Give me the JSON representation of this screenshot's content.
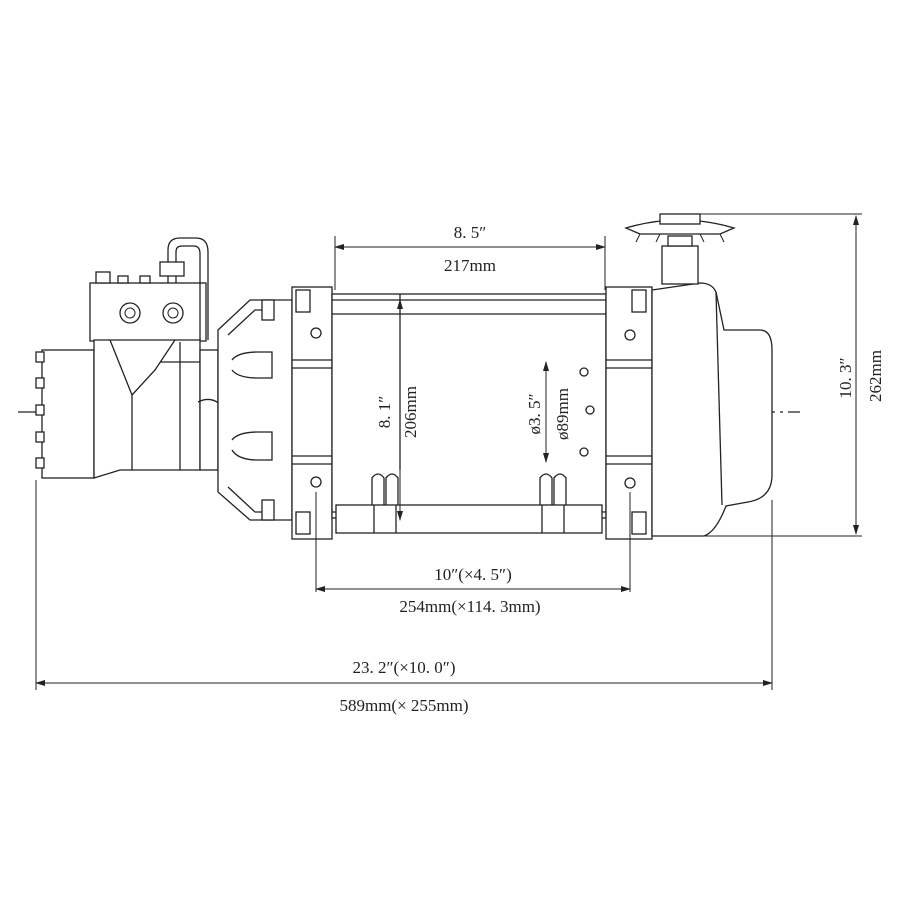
{
  "dimensions": {
    "drum_length_in": "8. 5″",
    "drum_length_mm": "217mm",
    "drum_flange_in": "8. 1″",
    "drum_flange_mm": "206mm",
    "drum_core_in": "ø3. 5″",
    "drum_core_mm": "ø89mm",
    "height_in": "10. 3″",
    "height_mm": "262mm",
    "mount_in": "10″(×4. 5″)",
    "mount_mm": "254mm(×114. 3mm)",
    "overall_in": "23. 2″(×10. 0″)",
    "overall_mm": "589mm(× 255mm)"
  },
  "colors": {
    "line": "#222222",
    "background": "#ffffff"
  }
}
